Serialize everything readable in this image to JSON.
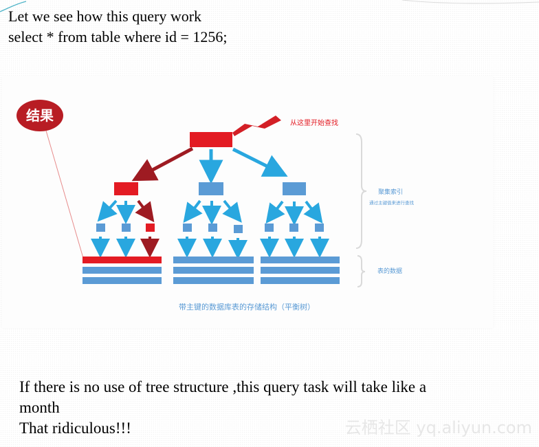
{
  "slide": {
    "title_lines": [
      "Let we see how this query  work",
      "select * from table where id = 1256;"
    ],
    "bottom_lines": [
      "If  there is no use of  tree structure ,this query task will take like a",
      "month",
      "That  ridiculous!!!"
    ]
  },
  "diagram": {
    "result_label": "结果",
    "start_label": "从这里开始查找",
    "index_label": "聚集索引",
    "index_sublabel": "通过主键值来进行查找",
    "data_label": "表的数据",
    "caption": "带主键的数据库表的存储结构（平衡树）",
    "colors": {
      "highlight": "#e31b23",
      "node": "#5b9bd5",
      "arrow": "#29a7df",
      "dark_arrow": "#9e1b22",
      "bracket": "#d9d9d9"
    }
  },
  "watermark": "云栖社区 yq.aliyun.com"
}
